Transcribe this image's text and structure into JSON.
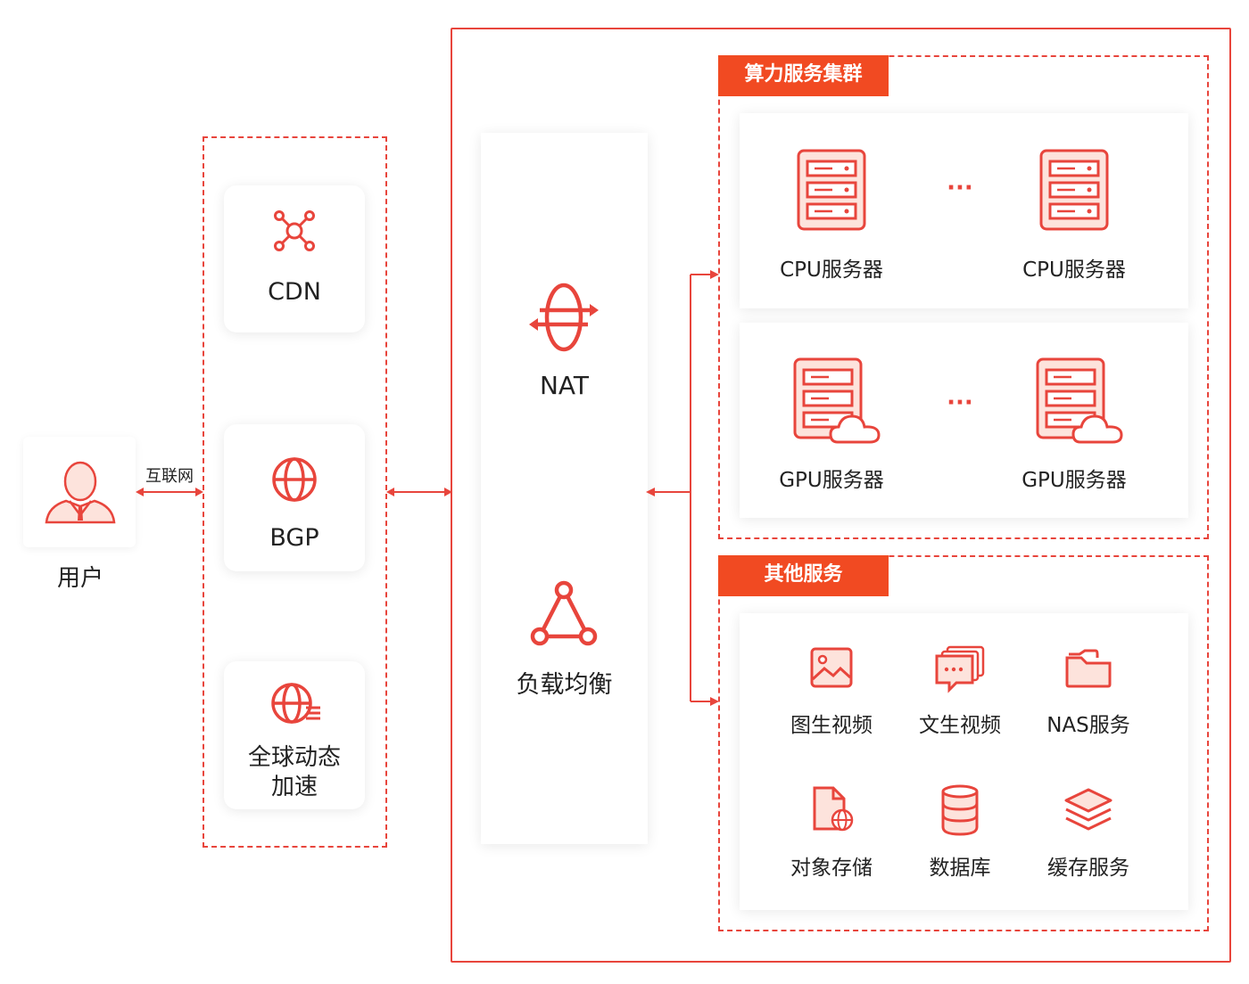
{
  "user": {
    "label": "用户",
    "icon": "user-icon"
  },
  "link": {
    "label": "互联网"
  },
  "edge_services": [
    {
      "label": "CDN",
      "icon": "cdn-node-icon"
    },
    {
      "label": "BGP",
      "icon": "globe-icon"
    },
    {
      "label": "全球动态\n加速",
      "icon": "globe-speed-icon"
    }
  ],
  "gateway": {
    "nat": {
      "label": "NAT",
      "icon": "nat-icon"
    },
    "lb": {
      "label": "负载均衡",
      "icon": "load-balancer-icon"
    }
  },
  "compute_cluster": {
    "title": "算力服务集群",
    "cpu_row": {
      "left": "CPU服务器",
      "ellipsis": "···",
      "right": "CPU服务器",
      "icon": "server-icon"
    },
    "gpu_row": {
      "left": "GPU服务器",
      "ellipsis": "···",
      "right": "GPU服务器",
      "icon": "cloud-server-icon"
    }
  },
  "other_services": {
    "title": "其他服务",
    "items": [
      {
        "label": "图生视频",
        "icon": "image-icon"
      },
      {
        "label": "文生视频",
        "icon": "chat-stack-icon"
      },
      {
        "label": "NAS服务",
        "icon": "folder-icon"
      },
      {
        "label": "对象存储",
        "icon": "file-globe-icon"
      },
      {
        "label": "数据库",
        "icon": "database-icon"
      },
      {
        "label": "缓存服务",
        "icon": "layers-icon"
      }
    ]
  },
  "colors": {
    "accent": "#e8453c",
    "tag_bg": "#f14a22",
    "icon_fill": "#fde3dc"
  }
}
